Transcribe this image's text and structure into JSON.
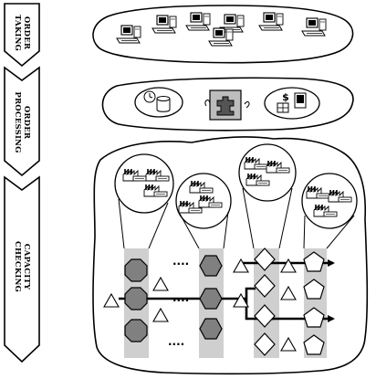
{
  "stages": [
    {
      "id": "order-taking",
      "label_line1": "ORDER",
      "label_line2": "TAKING"
    },
    {
      "id": "order-processing",
      "label_line1": "ORDER",
      "label_line2": "PROCESSING"
    },
    {
      "id": "capacity-checking",
      "label_line1": "CAPACITY",
      "label_line2": "CHECKING"
    }
  ],
  "order_taking": {
    "terminal_count": 7
  },
  "order_processing": {
    "icons": [
      "clock-database-icon",
      "puzzle-network-icon",
      "finance-documents-icon"
    ],
    "currency_symbol": "$"
  },
  "capacity_checking": {
    "factory_groups": 4,
    "ellipsis": "....",
    "lanes": [
      "octagon-lane",
      "hexagon-lane",
      "diamond-lane",
      "pentagon-lane"
    ]
  },
  "colors": {
    "outline": "#000000",
    "lane_fill": "#cfcfcf",
    "shape_fill": "#808080",
    "paper": "#ffffff"
  }
}
